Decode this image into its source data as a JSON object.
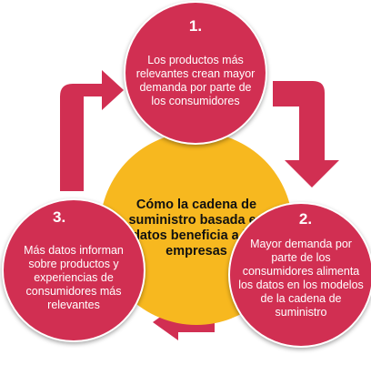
{
  "center": {
    "text": "Cómo la cadena de suministro basada en datos beneficia a las empresas"
  },
  "steps": [
    {
      "number": "1.",
      "text": "Los productos más relevantes crean mayor demanda por parte de los consumidores"
    },
    {
      "number": "2.",
      "text": "Mayor demanda por parte de los consumidores alimenta los datos en los modelos de la cadena de suministro"
    },
    {
      "number": "3.",
      "text": "Más datos informan sobre productos y experiencias de consumidores más relevantes"
    }
  ],
  "colors": {
    "step_circle": "#d12f52",
    "center_circle": "#f7b81f",
    "arrow": "#d12f52"
  },
  "icons": {
    "arrow_1_to_2": "bent-arrow-right-down",
    "arrow_2_to_3": "arrow-left",
    "arrow_3_to_1": "bent-arrow-up-right"
  }
}
